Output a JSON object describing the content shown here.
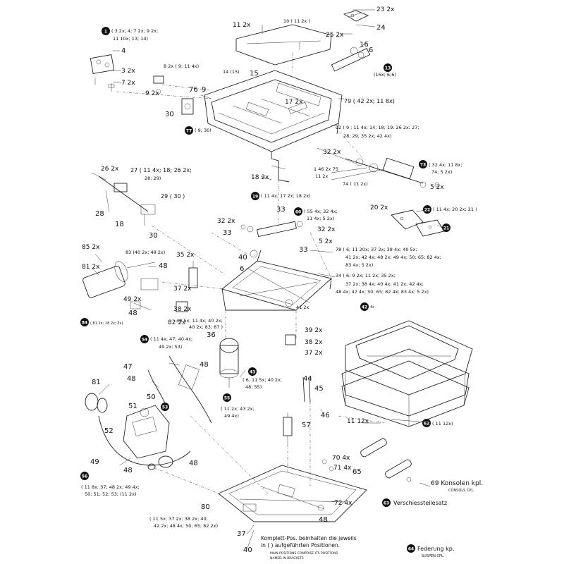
{
  "callouts": {
    "c1": {
      "num": "1",
      "text": "( 3 2x; 4; 7 2x; 9 2x;"
    },
    "c1b": {
      "text": "11 10x; 13; 14)"
    },
    "c13": {
      "num": "13",
      "text": "(16x; 6;6)"
    },
    "c77": {
      "num": "77",
      "text": "( 9;  30)"
    },
    "c73": {
      "num": "73",
      "text": "( 32 4x; 11 8x;"
    },
    "c73b": {
      "text": "74; 5 2x)"
    },
    "c19": {
      "num": "19",
      "text": "( 11 4x; 17 2x; 18 2x)"
    },
    "c60": {
      "num": "60",
      "text": "( 55 4x; 32 4x;"
    },
    "c60b": {
      "text": "11 4x; 5 2x)"
    },
    "c22": {
      "num": "22",
      "text": "( 11 4x; 20 2x; 21 )"
    },
    "c21": {
      "num": "21"
    },
    "c42": {
      "num": "42",
      "text": "4x"
    },
    "c84": {
      "num": "84",
      "text": "( 81 2x; 18 2x; 2x)"
    },
    "c54": {
      "num": "54",
      "text": "( 11 4x; 47; 40 4x;"
    },
    "c54b": {
      "text": "49 2x; 53)"
    },
    "c43": {
      "num": "43",
      "text": "( 6; 11 5x; 40 2x;"
    },
    "c43b": {
      "text": "48; 55)"
    },
    "c55": {
      "num": "55",
      "text": "( 11 2x; 43 2x;"
    },
    "c55b": {
      "text": "49 4x)"
    },
    "c53": {
      "num": "53"
    },
    "c56": {
      "num": "56"
    },
    "c56t": {
      "text": "( 11 8x; 37; 48 2x; 49 4x;"
    },
    "c56b": {
      "text": "50; 51; 52; 53; (11 2x)"
    },
    "c62": {
      "num": "62",
      "text": "( 11 12x)"
    },
    "c12": {
      "text": "12 ( 9 ; 11 4x; 14; 18; 19; 26 2x; 27;"
    },
    "c12b": {
      "text": "28; 29; 35 2x; 42 4x)"
    },
    "c79": {
      "text": "79 ( 42 2x; 11 8x)"
    },
    "c27": {
      "text": "27 ( 11 4x; 18; 26 2x;"
    },
    "c27b": {
      "text": "28; 29)"
    },
    "c29": {
      "text": "29 ( 30 )"
    },
    "c78": {
      "text": "78 ( 6; 11 20x; 37 2x; 38 4x; 40 5x;"
    },
    "c78b": {
      "text": "41 2x; 42 4x; 48 2x; 49 4x; 50; 65; 82 4x;"
    },
    "c78c": {
      "text": "83 4x; 5 2x)"
    },
    "c34": {
      "text": "34 ( 6; 9 2x; 11 2x; 35 2x;"
    },
    "c34b": {
      "text": "37 2x; 38 4x; 40 4x; 41 2x; 42 4x;"
    },
    "c34c": {
      "text": "48 4x; 47 4x; 50; 65; 82 4x; 83 4x; 5 2x)"
    },
    "c83": {
      "text": "83 (40 2x; 49 2x)"
    },
    "c10": {
      "text": "10 ( 11 2x )"
    },
    "c8": {
      "text": "8 2x ( 9;  11 4x)"
    },
    "c14": {
      "text": "14 (15)"
    },
    "c74": {
      "text": "74 ( 11 2x)"
    },
    "c75": {
      "text": "1 46 2x  75"
    },
    "c75b": {
      "text": "11 2x"
    },
    "c80": {
      "text": "( 11 5x; 37 2x; 38 2x; 40;"
    },
    "c80b": {
      "text": "42 2x; 48 4x; 50; 65; 82 2x)"
    },
    "c36": {
      "text": "40 5x; 11 4x; 40 2x;"
    },
    "c36b": {
      "text": "40 2x; 83; 87 )"
    },
    "c4236": {
      "text": "41 2x"
    },
    "c69": {
      "text": "69  Konsolen kpl."
    },
    "c69b": {
      "text": "CONSOLS CPL."
    },
    "c63": {
      "num": "63",
      "text": "Verschiessteilesatz"
    },
    "c64": {
      "num": "64",
      "text": "Federung kp."
    },
    "c64b": {
      "text": "SUSPEN CPL."
    },
    "note": {
      "text": "Komplett-Pos. beinhalten die jeweils"
    },
    "noteb": {
      "text": "in ( ) aufgeführten Positionen."
    },
    "notec": {
      "text": "MAIN POSITIONS COMPRISE ITS POSITIONS"
    },
    "noted": {
      "text": "NAMED IN BRACKETS"
    }
  },
  "labels": [
    {
      "t": "23 2x"
    },
    {
      "t": "24"
    },
    {
      "t": "25 2x"
    },
    {
      "t": "16"
    },
    {
      "t": "6"
    },
    {
      "t": "11 2x"
    },
    {
      "t": "4"
    },
    {
      "t": "3 2x"
    },
    {
      "t": "7 2x"
    },
    {
      "t": "9 2x"
    },
    {
      "t": "76"
    },
    {
      "t": "9"
    },
    {
      "t": "30"
    },
    {
      "t": "15"
    },
    {
      "t": "17 2x"
    },
    {
      "t": "32 2x"
    },
    {
      "t": "5 2x"
    },
    {
      "t": "18 2x"
    },
    {
      "t": "26 2x"
    },
    {
      "t": "28"
    },
    {
      "t": "18"
    },
    {
      "t": "30"
    },
    {
      "t": "20 2x"
    },
    {
      "t": "33"
    },
    {
      "t": "32 2x"
    },
    {
      "t": "33"
    },
    {
      "t": "32 2x"
    },
    {
      "t": "5 2x"
    },
    {
      "t": "33"
    },
    {
      "t": "85 2x"
    },
    {
      "t": "81 2x"
    },
    {
      "t": "48"
    },
    {
      "t": "35 2x"
    },
    {
      "t": "40"
    },
    {
      "t": "6"
    },
    {
      "t": "37 2x"
    },
    {
      "t": "49 2x"
    },
    {
      "t": "48"
    },
    {
      "t": "38 2x"
    },
    {
      "t": "82 2x"
    },
    {
      "t": "36"
    },
    {
      "t": "39 2x"
    },
    {
      "t": "38 2x"
    },
    {
      "t": "37 2x"
    },
    {
      "t": "47"
    },
    {
      "t": "48"
    },
    {
      "t": "48"
    },
    {
      "t": "81"
    },
    {
      "t": "50"
    },
    {
      "t": "51"
    },
    {
      "t": "52"
    },
    {
      "t": "49"
    },
    {
      "t": "48"
    },
    {
      "t": "48"
    },
    {
      "t": "44"
    },
    {
      "t": "45"
    },
    {
      "t": "46"
    },
    {
      "t": "11 12x"
    },
    {
      "t": "57"
    },
    {
      "t": "70 4x"
    },
    {
      "t": "71 4x"
    },
    {
      "t": "65"
    },
    {
      "t": "72 4x"
    },
    {
      "t": "48"
    },
    {
      "t": "80"
    },
    {
      "t": "37"
    },
    {
      "t": "40"
    }
  ]
}
